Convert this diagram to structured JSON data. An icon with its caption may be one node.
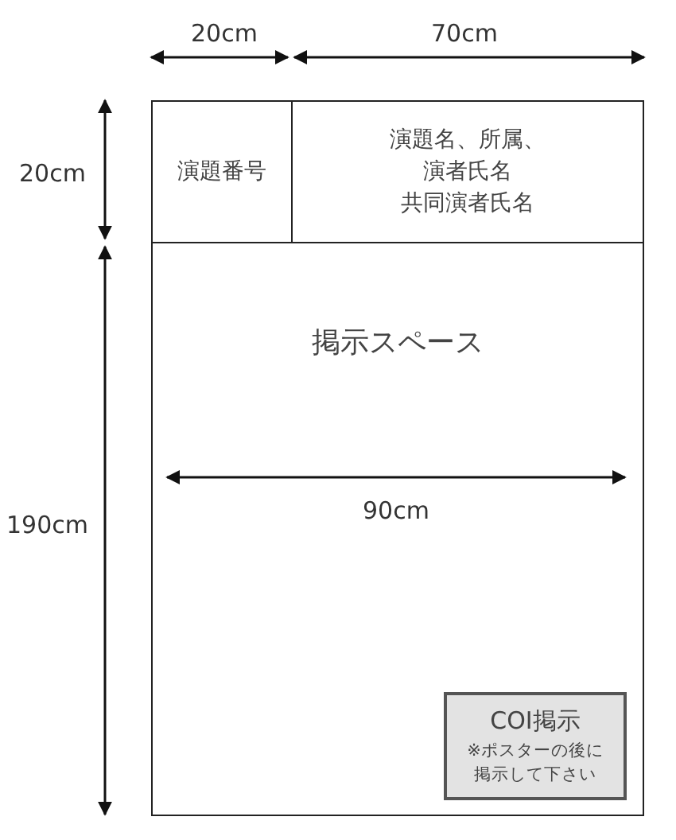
{
  "diagram": {
    "nodes": [
      {
        "text": [
          "演題番号"
        ]
      },
      {
        "text": [
          "演題名、所属、演者氏名",
          "共同演者氏名"
        ]
      },
      {
        "text": [
          "掲示スペース"
        ]
      },
      {
        "text": [
          "COI掲示",
          "※ポスターの後に掲示して下さい"
        ],
        "in": 2
      }
    ],
    "edges": [],
    "labels": [
      "20cm",
      "70cm",
      "20cm",
      "190cm",
      "90cm"
    ]
  }
}
